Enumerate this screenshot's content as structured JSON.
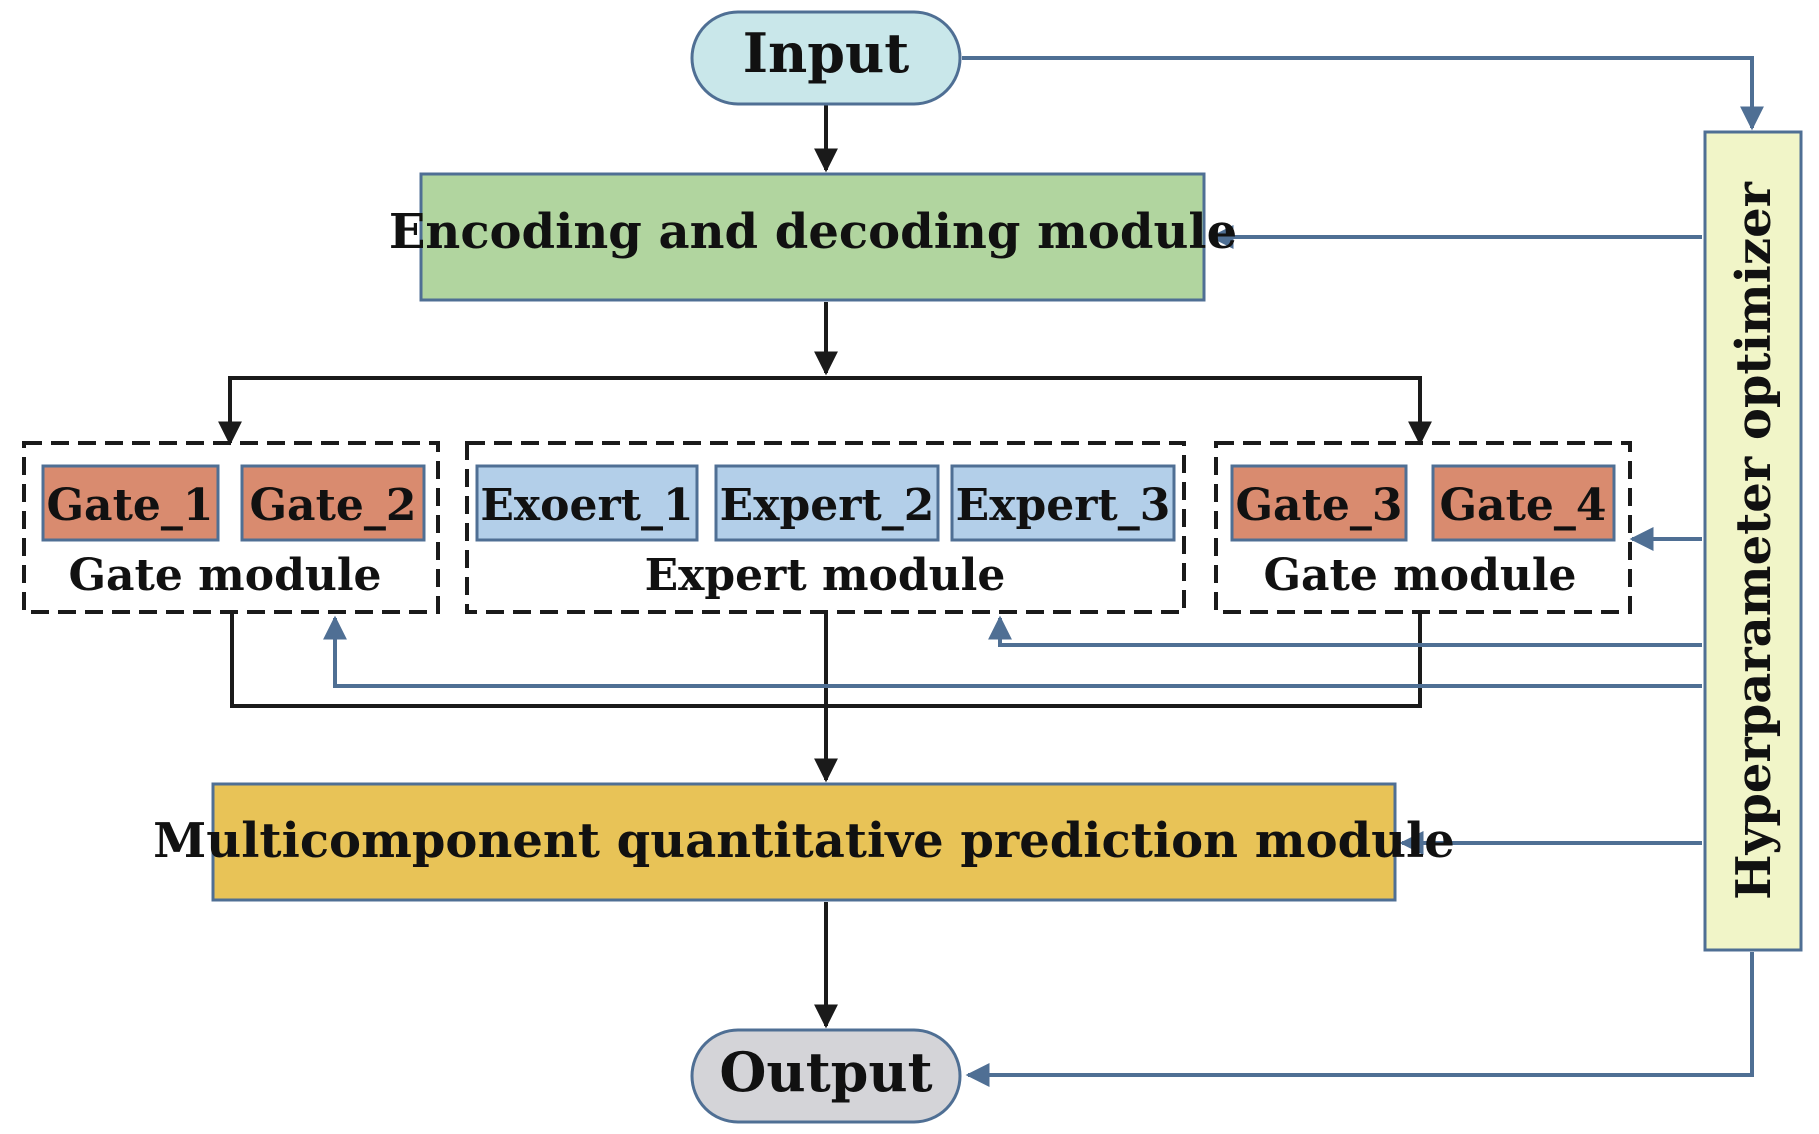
{
  "diagram": {
    "input": {
      "label": "Input",
      "color": "#c9e7ea"
    },
    "encoder": {
      "label": "Encoding and decoding module",
      "color": "#b1d59f"
    },
    "gate_module_left": {
      "label": "Gate module",
      "gates": [
        "Gate_1",
        "Gate_2"
      ]
    },
    "expert_module": {
      "label": "Expert module",
      "experts": [
        "Exoert_1",
        "Expert_2",
        "Expert_3"
      ]
    },
    "gate_module_right": {
      "label": "Gate module",
      "gates": [
        "Gate_3",
        "Gate_4"
      ]
    },
    "prediction": {
      "label": "Multicomponent quantitative prediction module",
      "color": "#e8c357"
    },
    "output": {
      "label": "Output",
      "color": "#d4d4d8"
    },
    "optimizer": {
      "label": "Hyperparameter optimizer",
      "color": "#f1f5c8"
    },
    "colors": {
      "gate_fill": "#d98b6f",
      "expert_fill": "#b3cfe9",
      "flow_arrow": "#1a1a1a",
      "feedback_arrow": "#4f6f94"
    }
  }
}
